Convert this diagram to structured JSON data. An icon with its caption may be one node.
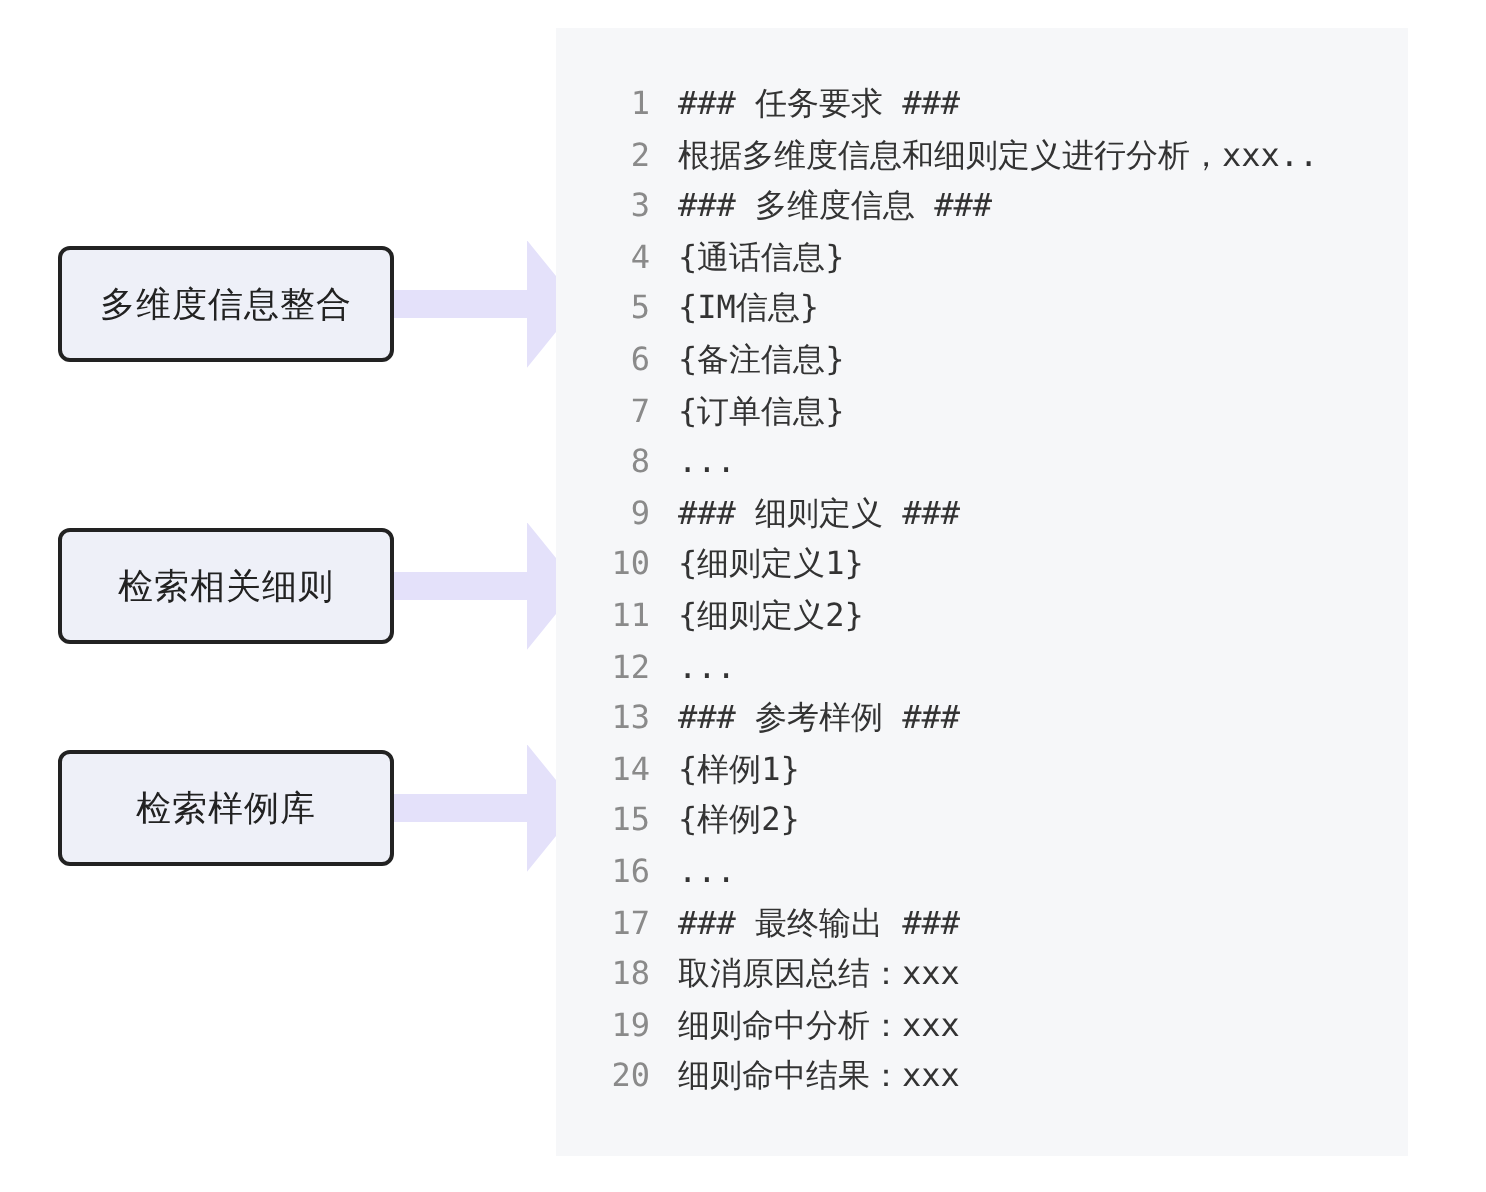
{
  "diagram": {
    "nodes": [
      {
        "text": [
          "多维度信息整合"
        ]
      },
      {
        "text": [
          "检索相关细则"
        ]
      },
      {
        "text": [
          "检索样例库"
        ]
      },
      {
        "text": [
          "### 任务要求 ###",
          "根据多维度信息和细则定义进行分析，xxx..",
          "### 多维度信息 ###",
          "{通话信息}",
          "{IM信息}",
          "{备注信息}",
          "{订单信息}",
          "...",
          "### 细则定义 ###",
          "{细则定义1}",
          "{细则定义2}",
          "...",
          "### 参考样例 ###",
          "{样例1}",
          "{样例2}",
          "...",
          "### 最终输出 ###",
          "取消原因总结：xxx",
          "细则命中分析：xxx",
          "细则命中结果：xxx"
        ]
      }
    ],
    "edges": [
      {
        "from": 0,
        "to": 3,
        "arrow": "to"
      },
      {
        "from": 1,
        "to": 3,
        "arrow": "to"
      },
      {
        "from": 2,
        "to": 3,
        "arrow": "to"
      }
    ],
    "labels": [
      "1",
      "2",
      "3",
      "4",
      "5",
      "6",
      "7",
      "8",
      "9",
      "10",
      "11",
      "12",
      "13",
      "14",
      "15",
      "16",
      "17",
      "18",
      "19",
      "20"
    ]
  }
}
